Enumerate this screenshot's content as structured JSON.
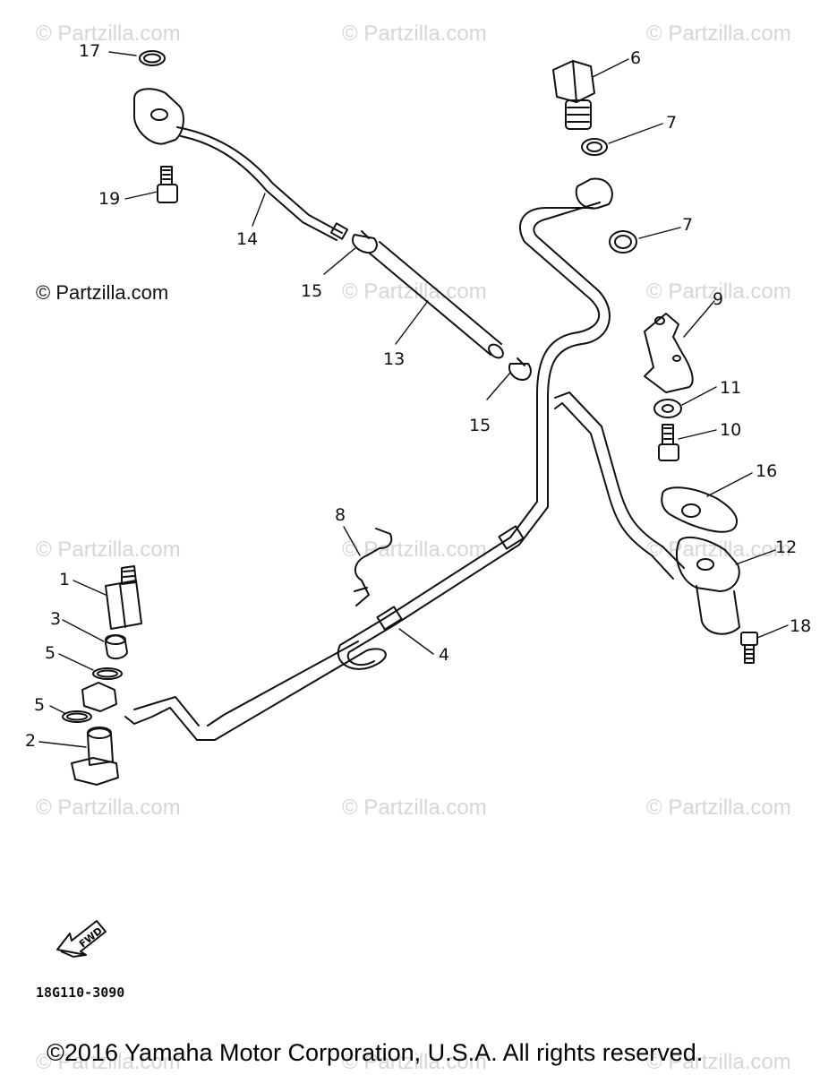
{
  "watermark": "© Partzilla.com",
  "credit": "© Partzilla.com",
  "part_code": "18G110-3090",
  "footer": "©2016  Yamaha Motor Corporation, U.S.A. All rights reserved.",
  "fwd_label": "FWD",
  "callouts": {
    "c1": "1",
    "c2": "2",
    "c3": "3",
    "c4": "4",
    "c5a": "5",
    "c5b": "5",
    "c6": "6",
    "c7a": "7",
    "c7b": "7",
    "c8": "8",
    "c9": "9",
    "c10": "10",
    "c11": "11",
    "c12": "12",
    "c13": "13",
    "c14": "14",
    "c15a": "15",
    "c15b": "15",
    "c16": "16",
    "c17": "17",
    "c18": "18",
    "c19": "19"
  }
}
